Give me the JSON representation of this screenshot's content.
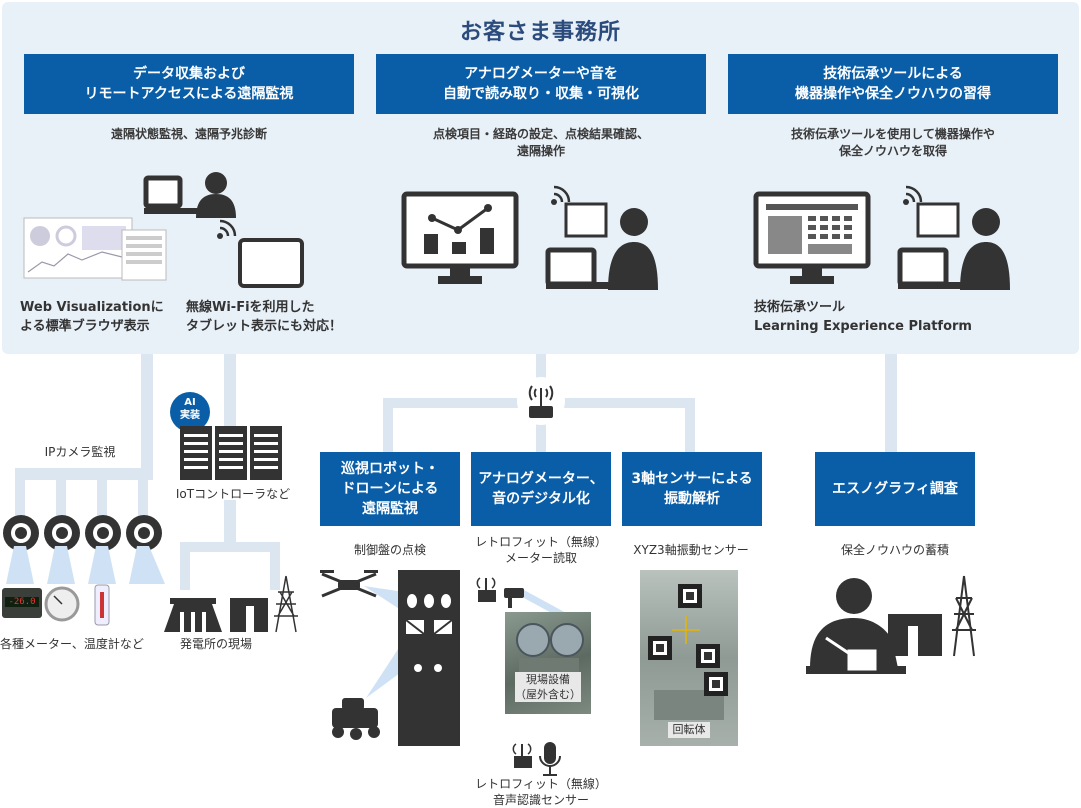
{
  "title": "お客さま事務所",
  "headers": {
    "h1": "データ収集および\nリモートアクセスによる遠隔監視",
    "h2": "アナログメーターや音を\n自動で読み取り・収集・可視化",
    "h3": "技術伝承ツールによる\n機器操作や保全ノウハウの習得"
  },
  "subs": {
    "s1": "遠隔状態監視、遠隔予兆診断",
    "s2": "点検項目・経路の設定、点検結果確認、\n遠隔操作",
    "s3": "技術伝承ツールを使用して機器操作や\n保全ノウハウを取得"
  },
  "captions": {
    "web": "Web Visualizationに\nよる標準ブラウザ表示",
    "wifi": "無線Wi-Fiを利用した\nタブレット表示にも対応！",
    "lxp": "技術伝承ツール\nLearning Experience Platform"
  },
  "field": {
    "ipcam": "IPカメラ監視",
    "ai_badge": "AI\n実装",
    "iot": "IoTコントローラなど",
    "meters": "各種メーター、温度計など",
    "meter_reading": "-26.0",
    "plant": "発電所の現場"
  },
  "bottom_headers": {
    "b1": "巡視ロボット・\nドローンによる\n遠隔監視",
    "b2": "アナログメーター、\n音のデジタル化",
    "b3": "3軸センサーによる\n振動解析",
    "b4": "エスノグラフィ調査"
  },
  "bottom_subs": {
    "b1": "制御盤の点検",
    "b2": "レトロフィット（無線）\nメーター読取",
    "b3": "XYZ3軸振動センサー",
    "b4": "保全ノウハウの蓄積"
  },
  "photos": {
    "equipment": "現場設備\n（屋外含む）",
    "rotor": "回転体"
  },
  "sound_sensor": "レトロフィット（無線）\n音声認識センサー",
  "colors": {
    "header_bg": "#0a5ea8",
    "panel_bg": "#e8f0f8",
    "line": "#dbe6f1",
    "icon": "#333333"
  }
}
